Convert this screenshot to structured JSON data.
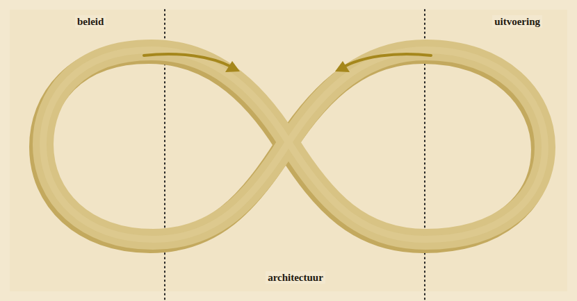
{
  "diagram": {
    "labels": [
      "beleid",
      "uitvoering",
      "architectuur"
    ]
  }
}
